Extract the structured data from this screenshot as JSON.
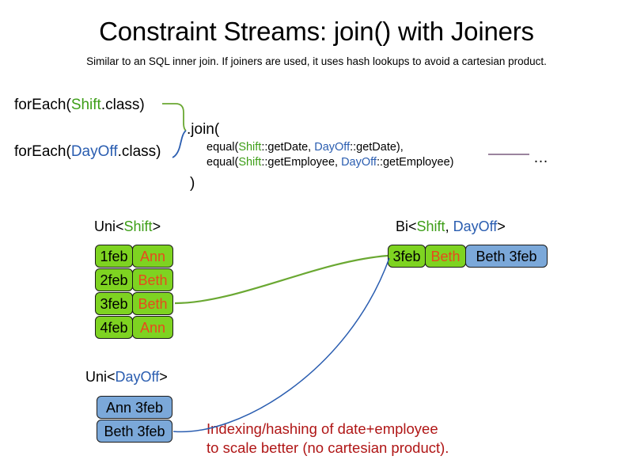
{
  "slide": {
    "title": "Constraint Streams: join() with Joiners",
    "subtitle": "Similar to an SQL inner join. If joiners are used, it uses hash lookups to avoid a cartesian product."
  },
  "code": {
    "foreach_shift": {
      "prefix": "forEach(",
      "type": "Shift",
      "suffix": ".class)"
    },
    "foreach_dayoff": {
      "prefix": "forEach(",
      "type": "DayOff",
      "suffix": ".class)"
    },
    "join_open": ".join(",
    "join_close": ")",
    "joiners": [
      {
        "prefix": "equal(",
        "left_type": "Shift",
        "left_ref": "::getDate, ",
        "right_type": "DayOff",
        "right_ref": "::getDate),"
      },
      {
        "prefix": "equal(",
        "left_type": "Shift",
        "left_ref": "::getEmployee, ",
        "right_type": "DayOff",
        "right_ref": "::getEmployee)"
      }
    ],
    "ellipsis": "…"
  },
  "streams": {
    "uni_shift": {
      "heading": {
        "prefix": "Uni<",
        "type": "Shift",
        "suffix": ">"
      },
      "rows": [
        {
          "date": "1feb",
          "employee": "Ann"
        },
        {
          "date": "2feb",
          "employee": "Beth"
        },
        {
          "date": "3feb",
          "employee": "Beth"
        },
        {
          "date": "4feb",
          "employee": "Ann"
        }
      ]
    },
    "uni_dayoff": {
      "heading": {
        "prefix": "Uni<",
        "type": "DayOff",
        "suffix": ">"
      },
      "rows": [
        {
          "label": "Ann 3feb"
        },
        {
          "label": "Beth 3feb"
        }
      ]
    },
    "bi": {
      "heading": {
        "prefix": "Bi<",
        "type_a": "Shift",
        "separator": ", ",
        "type_b": "DayOff",
        "suffix": ">"
      },
      "rows": [
        {
          "date": "3feb",
          "employee": "Beth",
          "dayoff": "Beth 3feb"
        }
      ]
    }
  },
  "annotation": {
    "line1": "Indexing/hashing of date+employee",
    "line2": "to scale better (no cartesian product)."
  },
  "colors": {
    "shift_green": "#3d9e17",
    "dayoff_blue": "#2a5db0",
    "box_green": "#7ed321",
    "box_blue": "#7ba8d9",
    "employee_orange": "#e8491d",
    "annotation_red": "#b01616",
    "connector_green": "#6aa832",
    "connector_blue": "#2a5db0",
    "rule_purple": "#7a5b7e",
    "text_black": "#000000"
  }
}
